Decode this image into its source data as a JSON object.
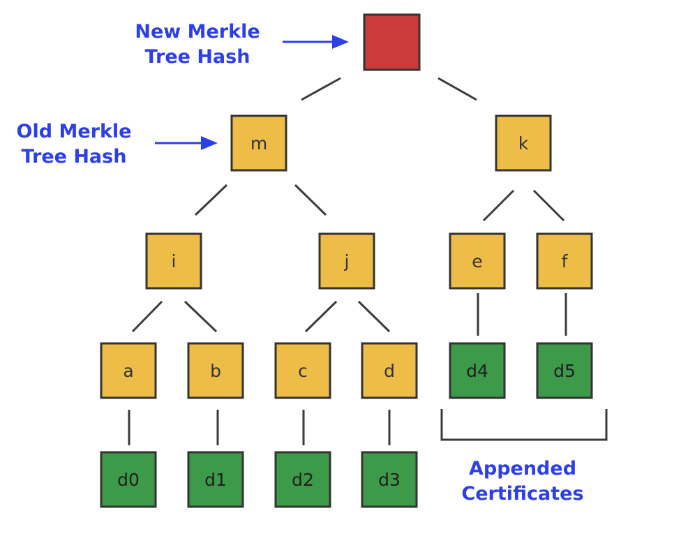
{
  "callouts": {
    "new_root": [
      "New Merkle",
      "Tree Hash"
    ],
    "old_root": [
      "Old Merkle",
      "Tree Hash"
    ],
    "appended": [
      "Appended",
      "Certificates"
    ]
  },
  "nodes": {
    "root": "",
    "m": "m",
    "k": "k",
    "i": "i",
    "j": "j",
    "e": "e",
    "f": "f",
    "a": "a",
    "b": "b",
    "c": "c",
    "d": "d",
    "d0": "d0",
    "d1": "d1",
    "d2": "d2",
    "d3": "d3",
    "d4": "d4",
    "d5": "d5"
  },
  "colors": {
    "new_root": "#cc3b3b",
    "hash_node": "#eebd48",
    "data_node": "#3d9a48",
    "callout_text": "#2c3fe8"
  }
}
